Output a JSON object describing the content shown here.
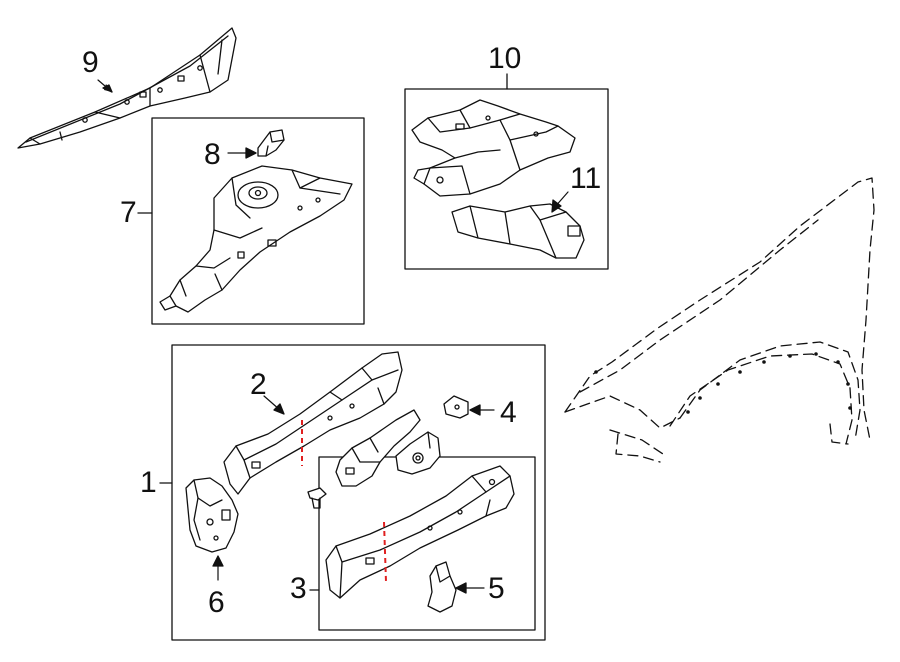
{
  "callouts": {
    "c1": "1",
    "c2": "2",
    "c3": "3",
    "c4": "4",
    "c5": "5",
    "c6": "6",
    "c7": "7",
    "c8": "8",
    "c9": "9",
    "c10": "10",
    "c11": "11"
  },
  "colors": {
    "line": "#111111",
    "cut_marker": "#e02020",
    "background": "#ffffff"
  }
}
